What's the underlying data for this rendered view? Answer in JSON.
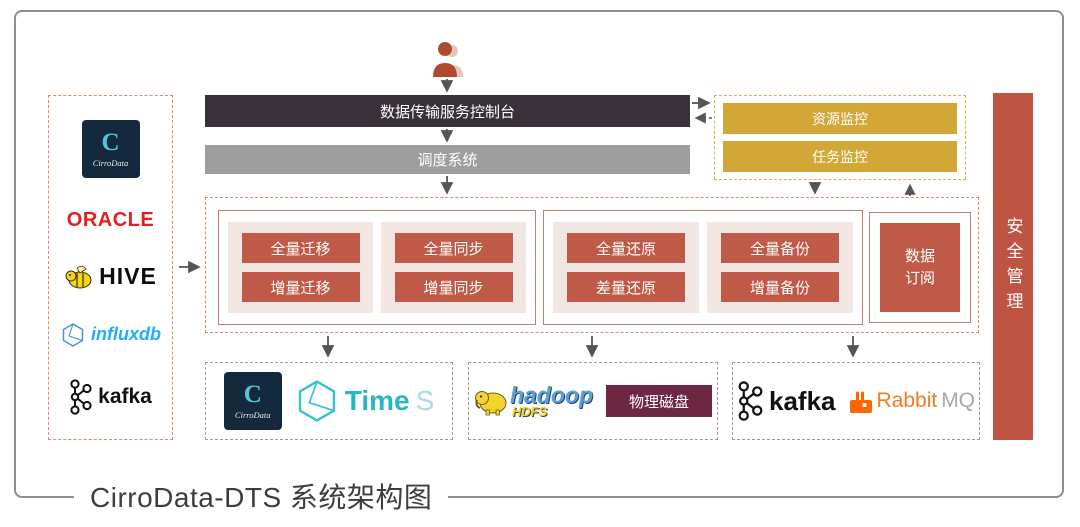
{
  "title": {
    "text": "CirroData-DTS 系统架构图"
  },
  "colors": {
    "console_bar": "#393139",
    "scheduler_bar": "#9e9e9e",
    "monitor_gold": "#d2a637",
    "action_red": "#bf5948",
    "security_red": "#c05443",
    "disk_maroon": "#6e2742",
    "dashed_red_border": "#dd8872",
    "panel_pink": "#f2e6e3",
    "oracle_red": "#e31f21",
    "influx_blue": "#22adf6",
    "times_teal": "#2ab5c3",
    "rabbit_orange": "#f57a1f"
  },
  "sources_panel": {
    "cirrodata": {
      "mark": "C",
      "label": "CirroData"
    },
    "oracle": "ORACLE",
    "hive": "HIVE",
    "influxdb": "influxdb",
    "kafka": "kafka"
  },
  "console": {
    "label": "数据传输服务控制台"
  },
  "scheduler": {
    "label": "调度系统"
  },
  "monitor": {
    "resource": "资源监控",
    "task": "任务监控"
  },
  "security": {
    "label": "安全管理"
  },
  "services": {
    "migration": {
      "full": "全量迁移",
      "incremental": "增量迁移"
    },
    "sync": {
      "full": "全量同步",
      "incremental": "增量同步"
    },
    "restore": {
      "full": "全量还原",
      "differential": "差量还原"
    },
    "backup": {
      "full": "全量备份",
      "incremental": "增量备份"
    },
    "subscribe": {
      "line1": "数据",
      "line2": "订阅"
    }
  },
  "targets": {
    "cirrodata": {
      "mark": "C",
      "label": "CirroData"
    },
    "times": {
      "time": "Time",
      "s": "S"
    },
    "hadoop": {
      "name": "hadoop",
      "sub": "HDFS"
    },
    "disk": "物理磁盘",
    "kafka": "kafka",
    "rabbitmq": {
      "rabbit": "Rabbit",
      "mq": "MQ"
    }
  }
}
